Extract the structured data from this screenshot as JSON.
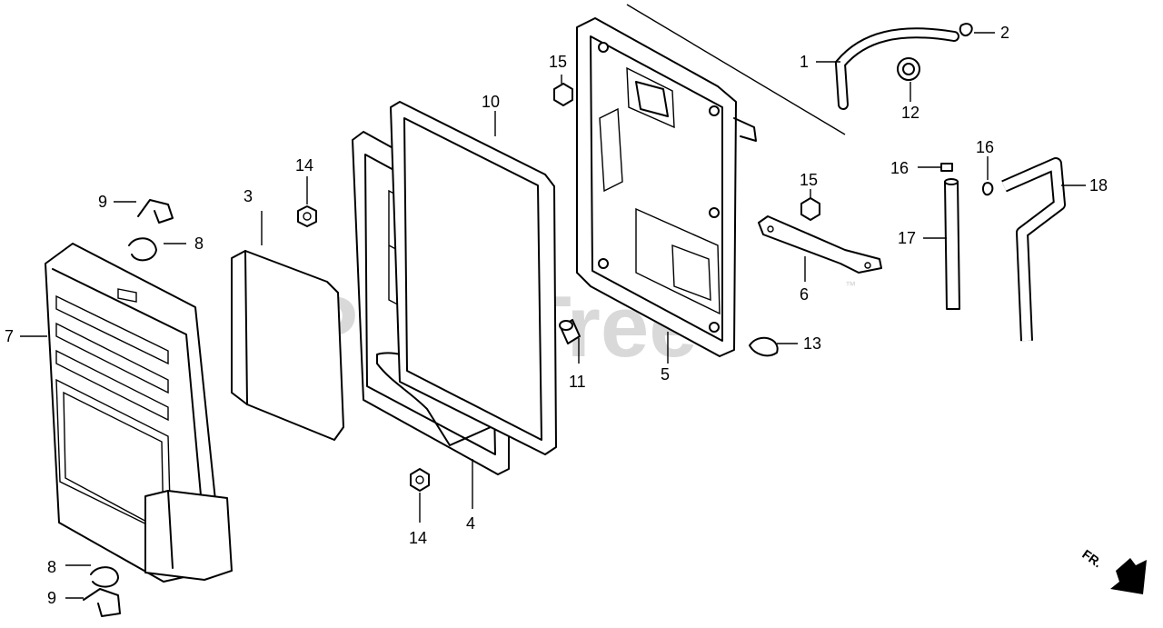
{
  "watermark": {
    "text": "PartsTree",
    "trademark": "™"
  },
  "direction_indicator": {
    "label": "FR."
  },
  "callouts": [
    {
      "id": "c1",
      "label": "1"
    },
    {
      "id": "c2",
      "label": "2"
    },
    {
      "id": "c3",
      "label": "3"
    },
    {
      "id": "c4",
      "label": "4"
    },
    {
      "id": "c5",
      "label": "5"
    },
    {
      "id": "c6",
      "label": "6"
    },
    {
      "id": "c7",
      "label": "7"
    },
    {
      "id": "c8a",
      "label": "8"
    },
    {
      "id": "c8b",
      "label": "8"
    },
    {
      "id": "c9a",
      "label": "9"
    },
    {
      "id": "c9b",
      "label": "9"
    },
    {
      "id": "c10",
      "label": "10"
    },
    {
      "id": "c11",
      "label": "11"
    },
    {
      "id": "c12",
      "label": "12"
    },
    {
      "id": "c13",
      "label": "13"
    },
    {
      "id": "c14a",
      "label": "14"
    },
    {
      "id": "c14b",
      "label": "14"
    },
    {
      "id": "c15a",
      "label": "15"
    },
    {
      "id": "c15b",
      "label": "15"
    },
    {
      "id": "c16a",
      "label": "16"
    },
    {
      "id": "c16b",
      "label": "16"
    },
    {
      "id": "c17",
      "label": "17"
    },
    {
      "id": "c18",
      "label": "18"
    }
  ]
}
